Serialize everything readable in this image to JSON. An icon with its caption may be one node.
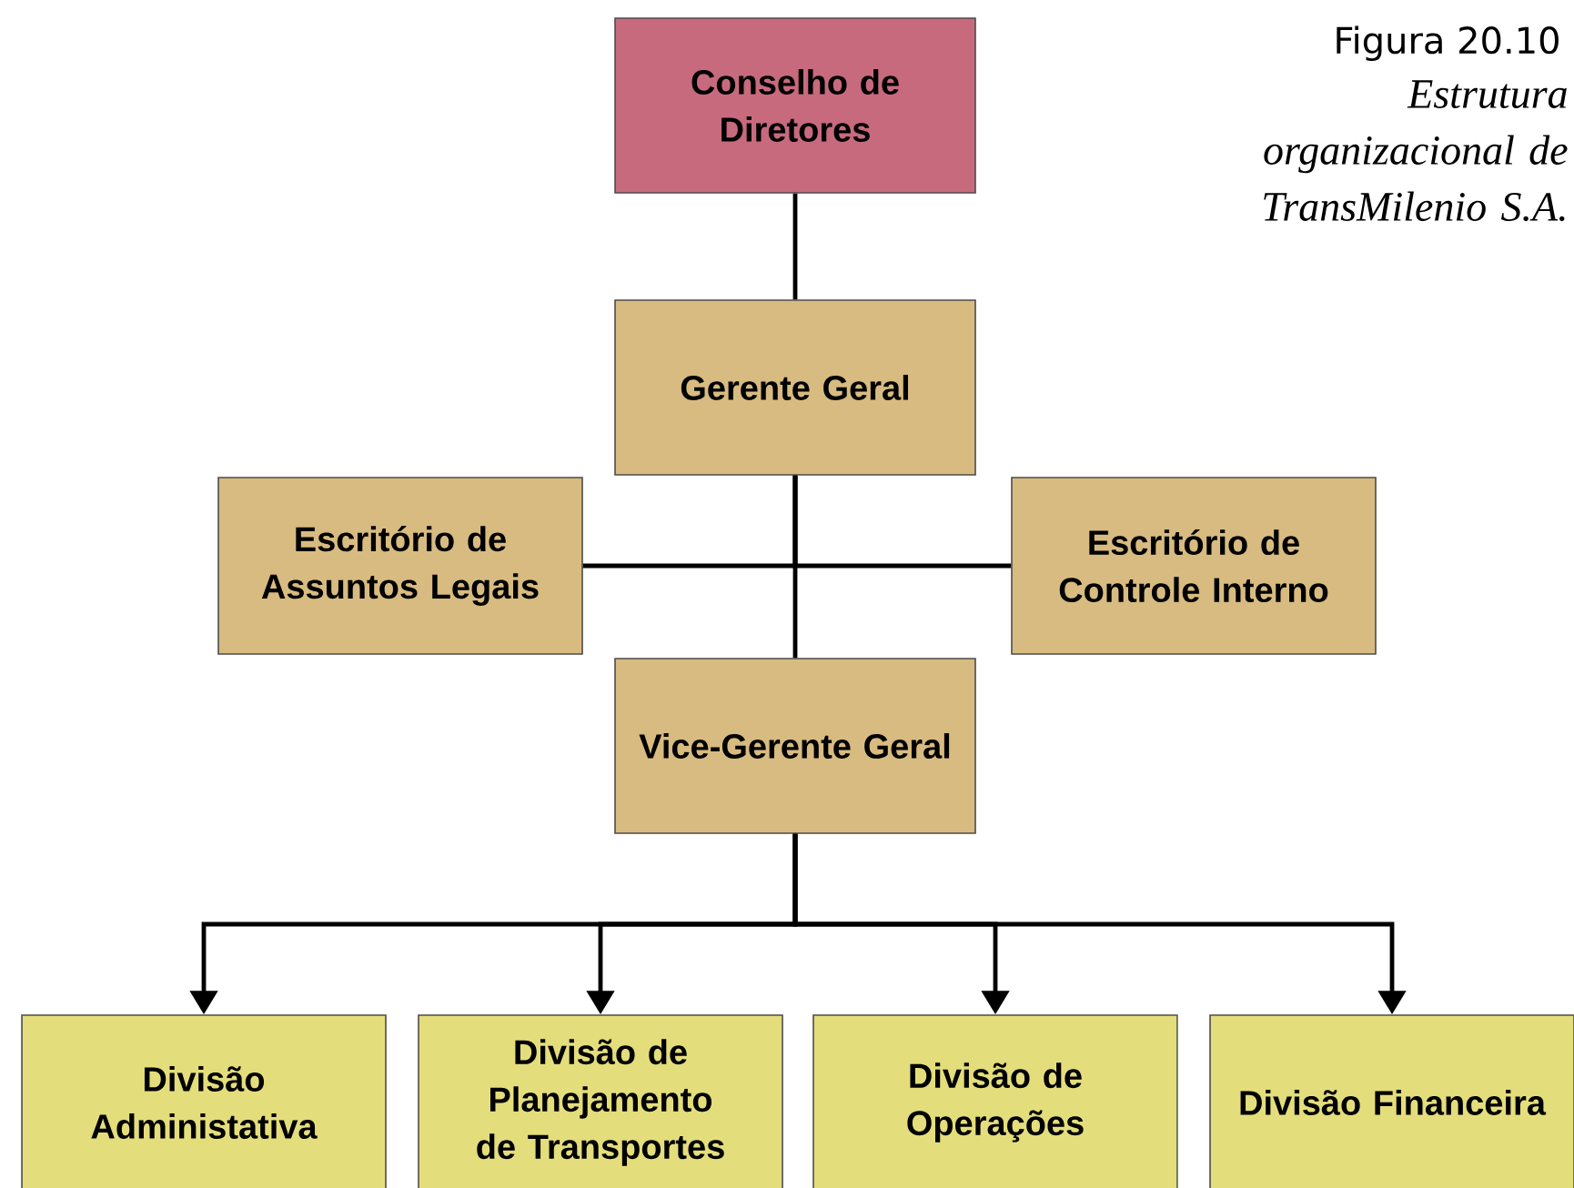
{
  "diagram": {
    "title": "Figura 20.10",
    "caption": "Estrutura organizacional de TransMilenio S.A.",
    "nodes": [
      {
        "text": [
          "Conselho de Diretores"
        ]
      },
      {
        "text": [
          "Gerente Geral"
        ]
      },
      {
        "text": [
          "Escritório de Assuntos Legais"
        ]
      },
      {
        "text": [
          "Escritório de Controle Interno"
        ]
      },
      {
        "text": [
          "Vice-Gerente Geral"
        ]
      },
      {
        "text": [
          "Divisão Administativa"
        ]
      },
      {
        "text": [
          "Divisão de Planejamento de Transportes"
        ]
      },
      {
        "text": [
          "Divisão de Operações"
        ]
      },
      {
        "text": [
          "Divisão Financeira"
        ]
      }
    ],
    "edges": [
      {
        "from": 0,
        "to": 1,
        "arrow": "none"
      },
      {
        "from": 1,
        "to": 2,
        "arrow": "none"
      },
      {
        "from": 1,
        "to": 3,
        "arrow": "none"
      },
      {
        "from": 1,
        "to": 4,
        "arrow": "none"
      },
      {
        "from": 4,
        "to": 5,
        "arrow": "to"
      },
      {
        "from": 4,
        "to": 6,
        "arrow": "to"
      },
      {
        "from": 4,
        "to": 7,
        "arrow": "to"
      },
      {
        "from": 4,
        "to": 8,
        "arrow": "to"
      }
    ]
  }
}
